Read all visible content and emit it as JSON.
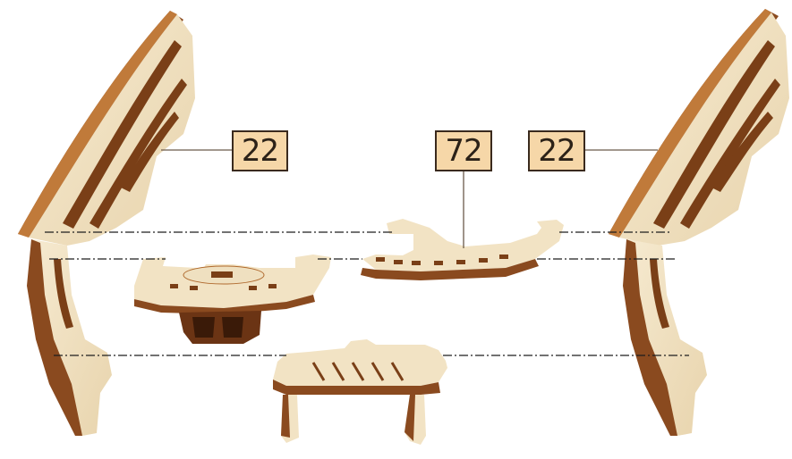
{
  "labels": {
    "left_side_panel": "22",
    "curved_bracket": "72",
    "right_side_panel": "22"
  },
  "colors": {
    "wood_light": "#f2e3c4",
    "wood_dark": "#8a4a1f",
    "wood_edge": "#b06a2e",
    "label_fill": "#f6d7a8",
    "label_border": "#3a2a1e",
    "leader_line": "#6b5a4a",
    "dash_line": "#1e1e1e"
  }
}
